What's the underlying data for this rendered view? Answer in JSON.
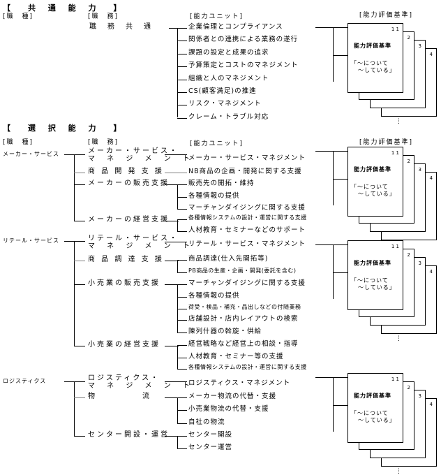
{
  "common": {
    "section_title": "【　共 通 能 力　】",
    "headers": {
      "job": "[職　種]",
      "duty": "[職　務]",
      "unit": "[能力ユニット]",
      "criteria": "[能力評価基準]"
    },
    "duty": "職　務　共　通",
    "units": [
      "企業倫理とコンプライアンス",
      "関係者との連携による業務の遂行",
      "課題の設定と成果の追求",
      "予算策定とコストのマネジメント",
      "組織と人のマネジメント",
      "CS(顧客満足)の推進",
      "リスク・マネジメント",
      "クレーム・トラブル対応"
    ]
  },
  "selective": {
    "section_title": "【　選 択 能 力　】",
    "headers": {
      "job": "[職　種]",
      "duty": "[職　務]",
      "unit": "[能力ユニット]",
      "criteria": "[能力評価基準]"
    },
    "jobs": [
      {
        "name": "メーカー・サービス",
        "duties": [
          {
            "name": "メーカー・サービス・マネジメント",
            "units": [
              "メーカー・サービス・マネジメント"
            ]
          },
          {
            "name": "商 品 開 発 支 援",
            "units": [
              "NB商品の企画・開発に関する支援"
            ]
          },
          {
            "name": "メーカーの販売支援",
            "units": [
              "販売先の開拓・維持",
              "各種情報の提供",
              "マーチャンダイジングに関する支援"
            ]
          },
          {
            "name": "メーカーの経営支援",
            "units": [
              "各種情報システムの設計・運営に関する支援",
              "人材教育・セミナーなどのサポート"
            ]
          }
        ]
      },
      {
        "name": "リテール・サービス",
        "duties": [
          {
            "name": "リテール・サービス・マネジメント",
            "units": [
              "リテール・サービス・マネジメント"
            ]
          },
          {
            "name": "商 品 調 達 支 援",
            "units": [
              "商品調達(仕入先開拓等)",
              "PB商品の生産・企画・開発(委託を含む)"
            ]
          },
          {
            "name": "小売業の販売支援",
            "units": [
              "マーチャンダイジングに関する支援",
              "各種情報の提供",
              "荷受・検品・補充・品出しなどの付随業務",
              "店舗設計・店内レイアウトの検索",
              "陳列什器の斡旋・供給"
            ]
          },
          {
            "name": "小売業の経営支援",
            "units": [
              "経営戦略など経営上の相談・指導",
              "人材教育・セミナー等の支援",
              "各種情報システムの設計・運営に関する支援"
            ]
          }
        ]
      },
      {
        "name": "ロジスティクス",
        "duties": [
          {
            "name": "ロジスティクス・マネジメント",
            "units": [
              "ロジスティクス・マネジメント"
            ]
          },
          {
            "name": "物　　　　　流",
            "units": [
              "メーカー物流の代替・支援",
              "小売業物流の代替・支援",
              "自社の物流"
            ]
          },
          {
            "name": "センター開設・運営",
            "units": [
              "センター開設",
              "センター運営"
            ]
          }
        ]
      }
    ]
  },
  "duty_lines": {
    "maker_mgmt": [
      "メーカー・サービス・",
      "マ ネ ジ メ ン ト"
    ],
    "retail_mgmt": [
      "リテール・サービス・",
      "マ ネ ジ メ ン ト"
    ],
    "logi_mgmt": [
      "ロジスティクス・",
      "マ ネ ジ メ ン ト"
    ]
  },
  "card": {
    "number": "1 1",
    "title": "能力評価基準",
    "quote_line1": "「～について",
    "quote_line2": "～している」",
    "back_numbers": [
      "2",
      "3",
      "4"
    ],
    "ellipsis": "⋮"
  }
}
